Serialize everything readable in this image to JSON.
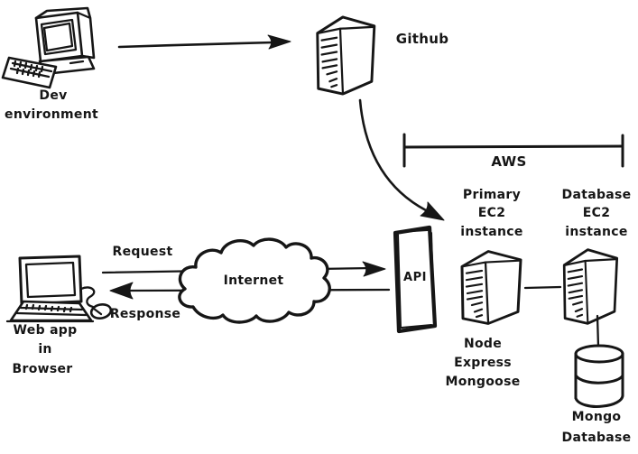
{
  "colors": {
    "ink": "#161616",
    "background": "#ffffff"
  },
  "nodes": {
    "dev": {
      "lines": [
        "Dev",
        "environment"
      ]
    },
    "github": {
      "label": "Github"
    },
    "aws": {
      "label": "AWS"
    },
    "primary_ec2": {
      "lines": [
        "Primary",
        "EC2",
        "instance"
      ]
    },
    "database_ec2": {
      "lines": [
        "Database",
        "EC2",
        "instance"
      ]
    },
    "api": {
      "label": "API"
    },
    "internet": {
      "label": "Internet"
    },
    "web_app": {
      "lines": [
        "Web app",
        "in",
        "Browser"
      ]
    },
    "node_stack": {
      "lines": [
        "Node",
        "Express",
        "Mongoose"
      ]
    },
    "mongo_db": {
      "lines": [
        "Mongo",
        "Database"
      ]
    }
  },
  "edges": {
    "request_label": "Request",
    "response_label": "Response"
  }
}
